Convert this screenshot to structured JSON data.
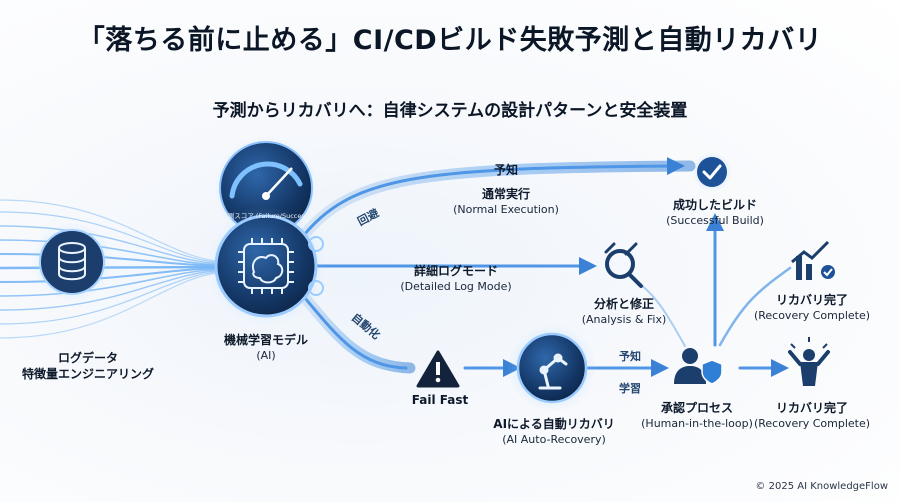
{
  "header": {
    "title": "「落ちる前に止める」CI/CDビルド失敗予測と自動リカバリ",
    "subtitle": "予測からリカバリへ：自律システムの設計パターンと安全装置"
  },
  "nodes": {
    "log_data": {
      "label1": "ログデータ",
      "label2": "特徴量エンジニアリング",
      "icon": "database-icon"
    },
    "ml_model": {
      "label1": "機械学習モデル",
      "label2": "(AI)",
      "icon": "brain-chip-icon",
      "score_label": "予測スコア (Failure/Success)"
    },
    "normal_exec": {
      "label1": "通常実行",
      "label2": "(Normal Execution)"
    },
    "success_build": {
      "label1": "成功したビルド",
      "label2": "(Successful Build)",
      "icon": "check-circle-icon"
    },
    "detailed_log": {
      "label1": "詳細ログモード",
      "label2": "(Detailed Log Mode)"
    },
    "analysis_fix": {
      "label1": "分析と修正",
      "label2": "(Analysis & Fix)",
      "icon": "magnifier-wrench-icon"
    },
    "recovery_top": {
      "label1": "リカバリ完了",
      "label2": "(Recovery Complete)",
      "icon": "chart-check-icon"
    },
    "fail_fast": {
      "label1": "Fail Fast",
      "icon": "warning-icon"
    },
    "ai_recovery": {
      "label1": "AIによる自動リカバリ",
      "label2": "(AI Auto-Recovery)",
      "icon": "robot-arm-icon"
    },
    "approval": {
      "label1": "承認プロセス",
      "label2": "(Human-in-the-loop)",
      "icon": "person-shield-icon"
    },
    "recovery_bottom": {
      "label1": "リカバリ完了",
      "label2": "(Recovery Complete)",
      "icon": "celebrate-icon"
    }
  },
  "path_labels": {
    "avoid": "回避",
    "predict_top": "予知",
    "automate": "自動化",
    "predict_bottom": "予知",
    "learn": "学習"
  },
  "footer": {
    "copyright": "© 2025 AI KnowledgeFlow"
  },
  "colors": {
    "accent": "#2f7fd6",
    "glow": "#8fc4ff",
    "node_dark": "#12305a",
    "node_mid": "#1f4f8a",
    "text": "#0e1a2b"
  }
}
